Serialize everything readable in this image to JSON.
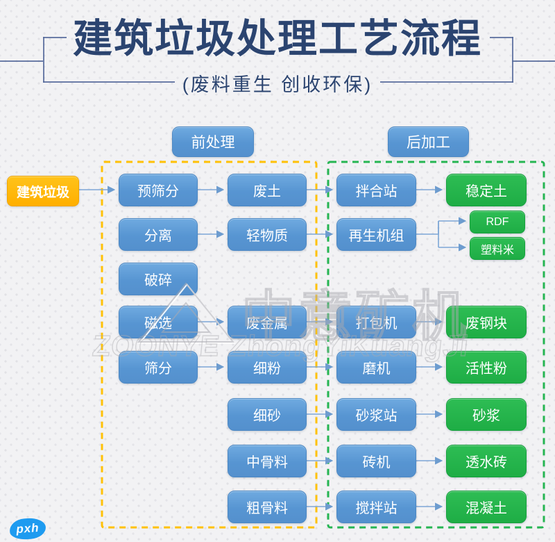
{
  "header": {
    "title": "建筑垃圾处理工艺流程",
    "subtitle": "(废料重生 创收环保)"
  },
  "sections": {
    "pre_label": "前处理",
    "post_label": "后加工"
  },
  "flow": {
    "source": "建筑垃圾",
    "stage1": [
      "预筛分",
      "分离",
      "破碎",
      "磁选",
      "筛分"
    ],
    "stage2": [
      "废土",
      "轻物质",
      "废金属",
      "细粉",
      "细砂",
      "中骨料",
      "粗骨料"
    ],
    "stage3": [
      "拌合站",
      "再生机组",
      "打包机",
      "磨机",
      "砂浆站",
      "砖机",
      "搅拌站"
    ],
    "products": [
      "稳定土",
      "RDF",
      "塑料米",
      "废钢块",
      "活性粉",
      "砂浆",
      "透水砖",
      "混凝土"
    ]
  },
  "watermark": {
    "logo_text": "中意矿机",
    "latin": "ZOONYE ZhongYiKuangJi"
  },
  "badge": {
    "label": "pxh"
  },
  "colors": {
    "title_navy": "#2b4470",
    "process_blue": "#5b9bd5",
    "product_green": "#22b14c",
    "source_yellow": "#ffb900",
    "outline_yellow": "#ffc107",
    "outline_green": "#25b552",
    "connector_blue": "#7da6d6",
    "badge_blue": "#1e9bf0",
    "background_gray": "#f2f2f4"
  }
}
